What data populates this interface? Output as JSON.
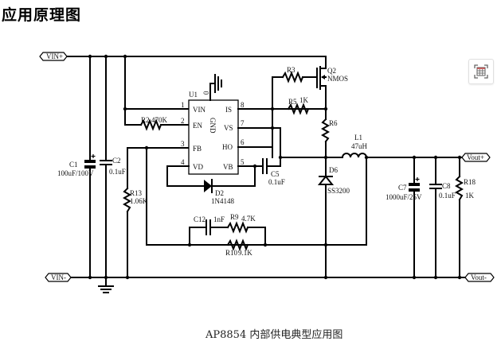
{
  "page": {
    "title": "应用原理图",
    "caption": "AP8854 内部供电典型应用图"
  },
  "toolbar": {
    "fit_icon": "table-view-icon"
  },
  "ports": {
    "vin_plus": "VIN+",
    "vin_minus": "VIN-",
    "vout_plus": "Vout+",
    "vout_minus": "Vout-"
  },
  "ic": {
    "ref": "U1",
    "gnd_pin_num": "0",
    "gnd_label": "GND",
    "left_pins": [
      {
        "num": "1",
        "name": "VIN"
      },
      {
        "num": "2",
        "name": "EN"
      },
      {
        "num": "3",
        "name": "FB"
      },
      {
        "num": "4",
        "name": "VD"
      }
    ],
    "right_pins": [
      {
        "num": "8",
        "name": "IS"
      },
      {
        "num": "7",
        "name": "VS"
      },
      {
        "num": "6",
        "name": "HO"
      },
      {
        "num": "5",
        "name": "VB"
      }
    ]
  },
  "components": {
    "C1": {
      "ref": "C1",
      "value": "100uF/100V"
    },
    "C2": {
      "ref": "C2",
      "value": "0.1uF"
    },
    "R2": {
      "ref": "R2",
      "value": "470K"
    },
    "R13": {
      "ref": "R13",
      "value": "1.06K"
    },
    "R3": {
      "ref": "R3",
      "value": ""
    },
    "R5": {
      "ref": "R5",
      "value": "1K"
    },
    "R6": {
      "ref": "R6",
      "value": ""
    },
    "Q2": {
      "ref": "Q2",
      "value": "NMOS"
    },
    "L1": {
      "ref": "L1",
      "value": "47uH"
    },
    "D6": {
      "ref": "D6",
      "value": "SS3200"
    },
    "C5": {
      "ref": "C5",
      "value": "0.1uF"
    },
    "D2": {
      "ref": "D2",
      "value": "1N4148"
    },
    "C12": {
      "ref": "C12",
      "value": "1nF"
    },
    "R9": {
      "ref": "R9",
      "value": "4.7K"
    },
    "R10": {
      "ref": "R10",
      "value": "9.1K"
    },
    "C7": {
      "ref": "C7",
      "value": "1000uF/25V"
    },
    "C8": {
      "ref": "C8",
      "value": "0.1uF"
    },
    "R18": {
      "ref": "R18",
      "value": "1K"
    }
  }
}
